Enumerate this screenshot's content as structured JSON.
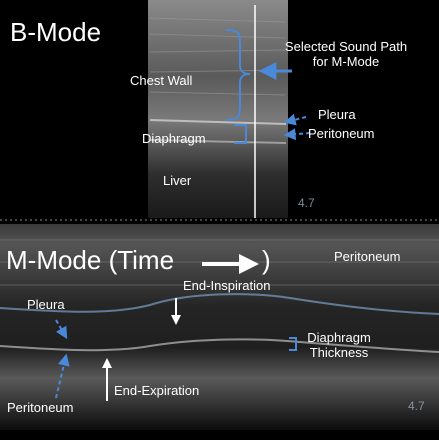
{
  "bmode": {
    "title": "B-Mode",
    "sound_path_label_line1": "Selected Sound Path",
    "sound_path_label_line2": "for M-Mode",
    "chest_wall": "Chest Wall",
    "pleura": "Pleura",
    "peritoneum": "Peritoneum",
    "diaphragm": "Diaphragm",
    "liver": "Liver",
    "depth_marker": "4.7"
  },
  "mmode": {
    "title": "M-Mode (Time",
    "title_close": ")",
    "peritoneum_top": "Peritoneum",
    "end_inspiration": "End-Inspiration",
    "pleura": "Pleura",
    "diaphragm_thickness_line1": "Diaphragm",
    "diaphragm_thickness_line2": "Thickness",
    "end_expiration": "End-Expiration",
    "peritoneum_bottom": "Peritoneum",
    "depth_marker": "4.7"
  },
  "colors": {
    "annotation_blue": "#4a88d8",
    "text": "#ffffff",
    "background": "#000000"
  }
}
